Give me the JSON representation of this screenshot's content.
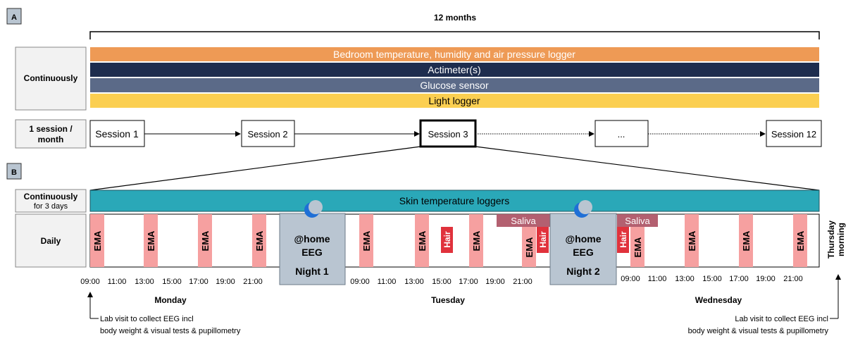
{
  "panel_a": {
    "label": "A",
    "duration_label": "12 months",
    "continuous_label": "Continuously",
    "bars": [
      {
        "label": "Bedroom temperature, humidity and air pressure logger",
        "color": "#ee9a55",
        "text_color": "#ffffff"
      },
      {
        "label": "Actimeter(s)",
        "color": "#1e2d4e",
        "text_color": "#ffffff"
      },
      {
        "label": "Glucose sensor",
        "color": "#5b6a88",
        "text_color": "#ffffff"
      },
      {
        "label": "Light logger",
        "color": "#fbcf51",
        "text_color": "#000000"
      }
    ],
    "session_row_label_line1": "1 session /",
    "session_row_label_line2": "month",
    "sessions": [
      "Session 1",
      "Session 2",
      "Session 3",
      "...",
      "Session 12"
    ]
  },
  "panel_b": {
    "label": "B",
    "continuous_label_line1": "Continuously",
    "continuous_label_line2": "for 3 days",
    "skin_bar_label": "Skin temperature loggers",
    "skin_bar_color": "#2aa8b8",
    "daily_label": "Daily",
    "ema_label": "EMA",
    "hair_label": "Hair",
    "saliva_label": "Saliva",
    "night1": {
      "line1": "@home",
      "line2": "EEG",
      "line3": "Night 1"
    },
    "night2": {
      "line1": "@home",
      "line2": "EEG",
      "line3": "Night 2"
    },
    "thursday_line1": "Thursday",
    "thursday_line2": "morning",
    "monday_times": [
      "09:00",
      "11:00",
      "13:00",
      "15:00",
      "17:00",
      "19:00",
      "21:00"
    ],
    "tuesday_times": [
      "09:00",
      "11:00",
      "13:00",
      "15:00",
      "17:00",
      "19:00",
      "21:00"
    ],
    "wednesday_times": [
      "09:00",
      "11:00",
      "13:00",
      "15:00",
      "17:00",
      "19:00",
      "21:00"
    ],
    "days": [
      "Monday",
      "Tuesday",
      "Wednesday"
    ],
    "lab_note_line1": "Lab visit to collect EEG incl",
    "lab_note_line2": "body weight & visual tests & pupillometry",
    "colors": {
      "ema": "#f6a0a0",
      "hair": "#e0323c",
      "saliva": "#b36070",
      "night_box": "#b9c5d1",
      "moon": "#1f6fd6"
    }
  }
}
